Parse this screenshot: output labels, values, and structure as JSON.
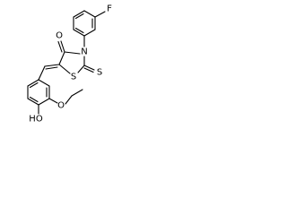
{
  "atoms": {
    "F": "F",
    "O_carbonyl": "O",
    "N": "N",
    "S_thioxo": "S",
    "S_ring": "S",
    "O_ether": "O",
    "OH": "HO"
  }
}
